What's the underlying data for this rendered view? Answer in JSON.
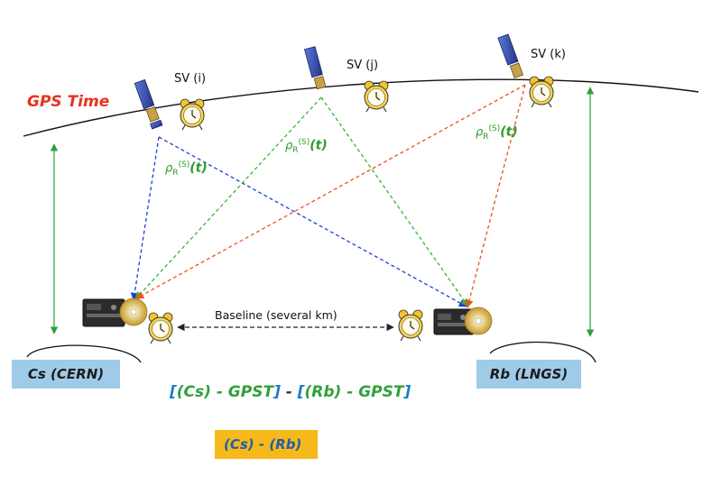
{
  "gps_time_label": "GPS Time",
  "satellites": [
    {
      "id": "i",
      "label": "SV (i)"
    },
    {
      "id": "j",
      "label": "SV (j)"
    },
    {
      "id": "k",
      "label": "SV (k)"
    }
  ],
  "pseudorange": {
    "symbol": "ρ",
    "sub": "R",
    "sup": "(S)",
    "arg": "(t)"
  },
  "baseline_label": "Baseline (several km)",
  "stations": {
    "left": "Cs (CERN)",
    "right": "Rb (LNGS)"
  },
  "formula": {
    "open1": "[",
    "part1": "(Cs) - GPST",
    "close1": "]",
    "minus": "-",
    "open2": "[",
    "part2": "(Rb) - GPST",
    "close2": "]"
  },
  "result_label": "(Cs) - (Rb)",
  "colors": {
    "sv_i": "#1f3fd6",
    "sv_j": "#35b535",
    "sv_k": "#e8561e",
    "arrow_green": "#2fa13a",
    "box_blue": "#9fcbe8",
    "box_orange": "#f7b81a"
  }
}
